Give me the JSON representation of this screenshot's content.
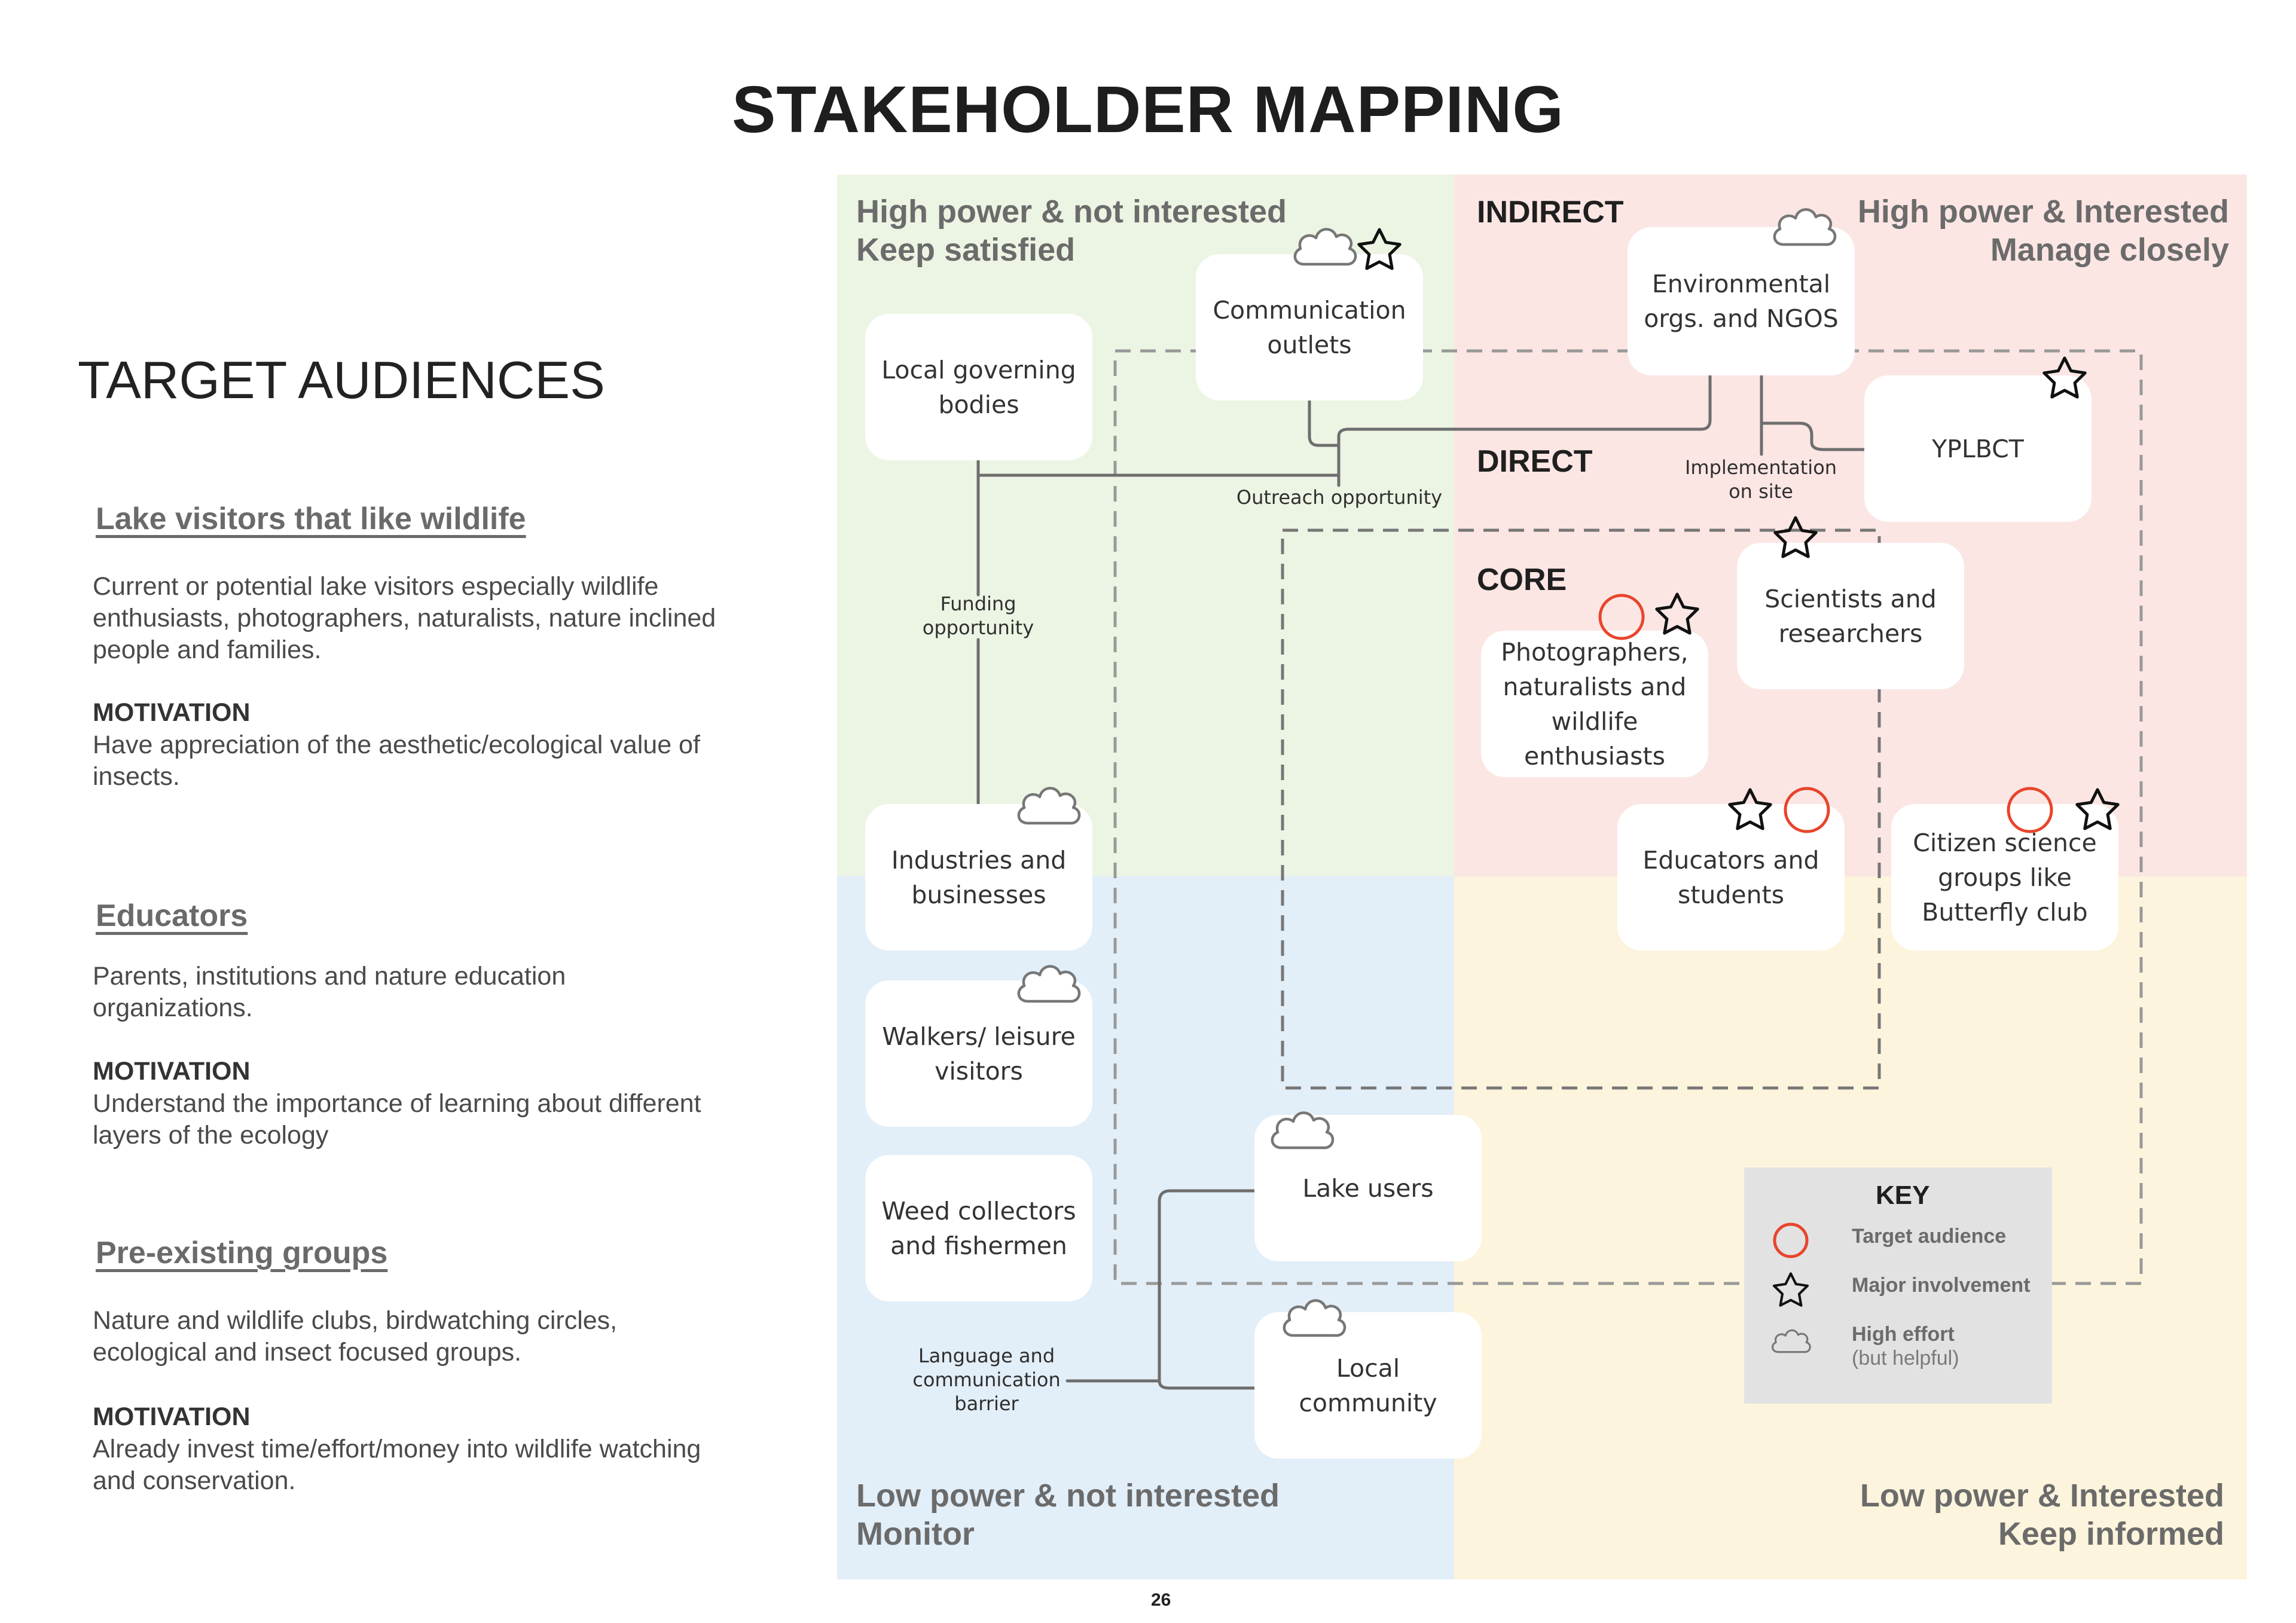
{
  "page": {
    "title": "STAKEHOLDER MAPPING",
    "page_number": "26"
  },
  "audiences": {
    "heading": "TARGET AUDIENCES",
    "items": [
      {
        "title": "Lake visitors that like wildlife",
        "description": "Current or potential lake visitors especially wildlife enthusiasts, photographers, naturalists, nature inclined people and families.",
        "motivation_label": "MOTIVATION",
        "motivation": "Have appreciation of the aesthetic/ecological value of insects."
      },
      {
        "title": "Educators",
        "description": "Parents, institutions and nature education organizations.",
        "motivation_label": "MOTIVATION",
        "motivation": "Understand the importance of learning about different layers of the ecology"
      },
      {
        "title": "Pre-existing groups",
        "description": "Nature and wildlife clubs, birdwatching circles, ecological and insect focused groups.",
        "motivation_label": "MOTIVATION",
        "motivation": "Already invest time/effort/money into wildlife watching and conservation."
      }
    ]
  },
  "quadrants": {
    "top_left": {
      "line1": "High power & not interested",
      "line2": "Keep satisfied",
      "color": "#ecf5e3"
    },
    "top_right": {
      "line1": "High power & Interested",
      "line2": "Manage closely",
      "color": "#fbe6e4"
    },
    "bottom_left": {
      "line1": "Low power & not interested",
      "line2": "Monitor",
      "color": "#e2eef8"
    },
    "bottom_right": {
      "line1": "Low power & Interested",
      "line2": "Keep informed",
      "color": "#fcf4dc"
    }
  },
  "zones": {
    "indirect": "INDIRECT",
    "direct": "DIRECT",
    "core": "CORE"
  },
  "stakeholders": {
    "communication_outlets": "Communication outlets",
    "local_governing_bodies": "Local governing bodies",
    "environmental_orgs": "Environmental orgs. and NGOS",
    "yplbct": "YPLBCT",
    "scientists": "Scientists and researchers",
    "photographers": "Photographers, naturalists and wildlife enthusiasts",
    "industries": "Industries and businesses",
    "educators": "Educators and students",
    "citizen_science": "Citizen science groups like Butterfly club",
    "walkers": "Walkers/ leisure visitors",
    "weed_collectors": "Weed collectors and fishermen",
    "lake_users": "Lake users",
    "local_community": "Local community"
  },
  "connections": {
    "outreach": "Outreach opportunity",
    "implementation": "Implementation on site",
    "funding": "Funding opportunity",
    "language": "Language and communication barrier"
  },
  "key": {
    "title": "KEY",
    "target_audience": "Target audience",
    "major_involvement": "Major involvement",
    "high_effort": "High effort",
    "high_effort_note": "(but helpful)"
  },
  "colors": {
    "target_circle": "#e8452c",
    "line": "#6e6e6e",
    "dashed": "#999999"
  },
  "icons": {
    "target_audience": "circle-icon",
    "major_involvement": "star-icon",
    "high_effort": "cloud-icon"
  }
}
